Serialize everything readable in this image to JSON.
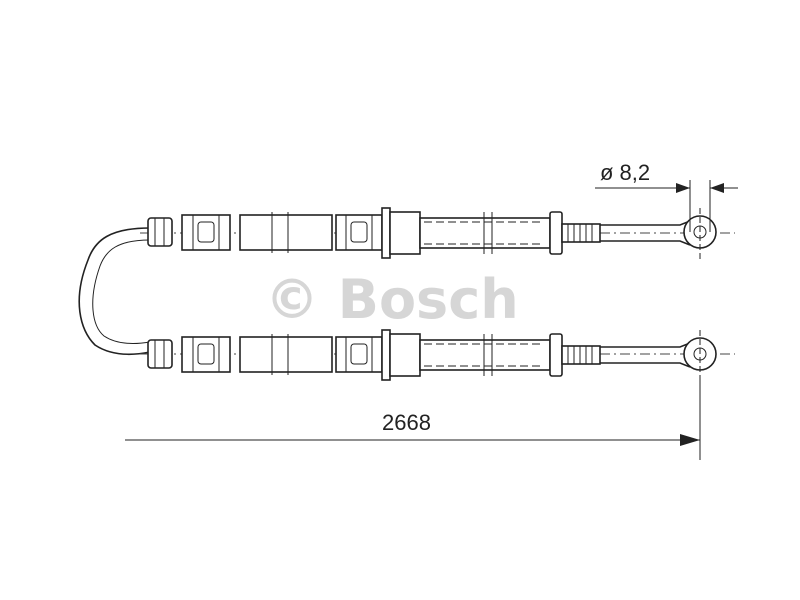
{
  "drawing": {
    "length_label": "2668",
    "diameter_label": "ø 8,2"
  },
  "watermark": {
    "text": "© Bosch"
  },
  "colors": {
    "line": "#222222",
    "watermark": "#d6d6d6",
    "background": "#ffffff"
  }
}
